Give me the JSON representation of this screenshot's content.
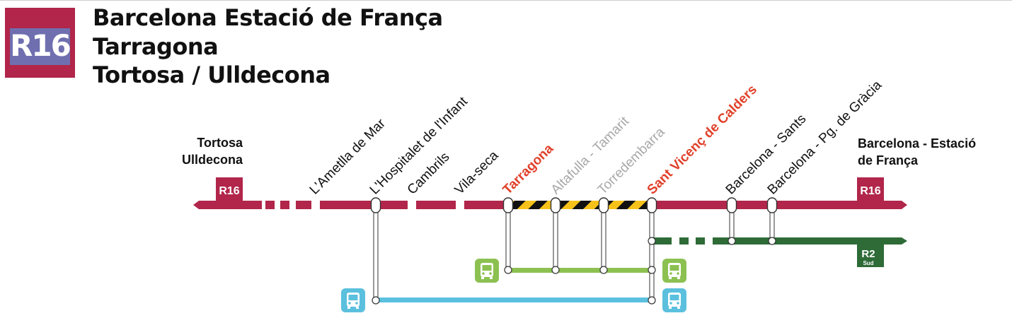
{
  "header": {
    "line_badge": "R16",
    "destinations": [
      "Barcelona Estació de França",
      "Tarragona",
      "Tortosa / Ulldecona"
    ]
  },
  "terminals": {
    "left": [
      "Tortosa",
      "Ulldecona"
    ],
    "right": [
      "Barcelona - Estació",
      "de França"
    ]
  },
  "line_badges": {
    "left_r16": "R16",
    "right_r16": "R16",
    "r2_main": "R2",
    "r2_sub": "Sud"
  },
  "stations": [
    {
      "name": "L'Ametlla de Mar",
      "style": "normal"
    },
    {
      "name": "L'Hospitalet de l'Infant",
      "style": "normal"
    },
    {
      "name": "Cambrils",
      "style": "normal"
    },
    {
      "name": "Vila-seca",
      "style": "normal"
    },
    {
      "name": "Tarragona",
      "style": "highlight"
    },
    {
      "name": "Altafulla - Tamarit",
      "style": "disabled"
    },
    {
      "name": "Torredembarra",
      "style": "disabled"
    },
    {
      "name": "Sant Vicenç de Calders",
      "style": "highlight"
    },
    {
      "name": "Barcelona - Sants",
      "style": "normal"
    },
    {
      "name": "Barcelona - Pg. de Gràcia",
      "style": "normal"
    }
  ],
  "bus_icons": [
    "bus-icon",
    "bus-icon",
    "bus-icon",
    "bus-icon"
  ],
  "colors": {
    "r16": "#b1264a",
    "r16_badge_inner": "#6f6fb0",
    "r2": "#2e6b37",
    "highlight_text": "#e0412a",
    "disabled_text": "#a8a8a8",
    "normal_text": "#111111",
    "works_yellow": "#f6c21a",
    "bus_green": "#8cc152",
    "bus_blue": "#5bc0de"
  }
}
